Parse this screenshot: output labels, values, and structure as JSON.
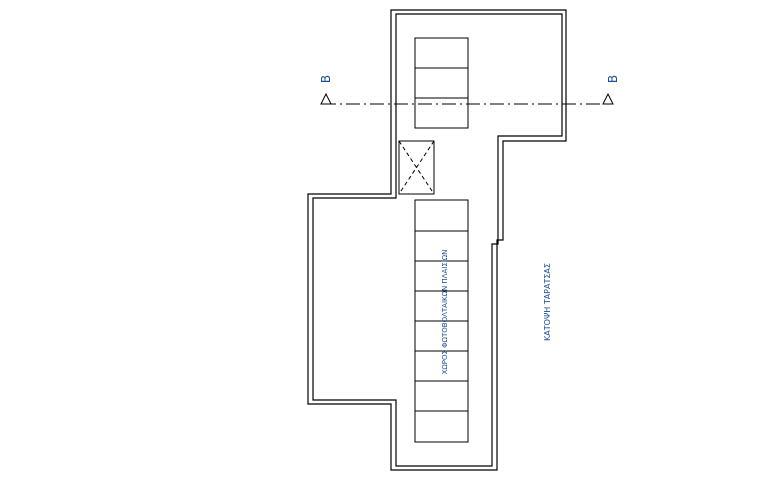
{
  "section_marker": {
    "left_letter": "B",
    "right_letter": "B"
  },
  "labels": {
    "pv_area": "ΧΩΡΟΣ ΦΩΤΟΒΟΛΤΑΙΚΩΝ ΠΛΑΙΣΙΩΝ",
    "plan_title": "ΚΑΤΟΨΗ ΤΑΡΑΤΣΑΣ"
  },
  "colors": {
    "line": "#000000",
    "text": "#1a4f9c"
  }
}
